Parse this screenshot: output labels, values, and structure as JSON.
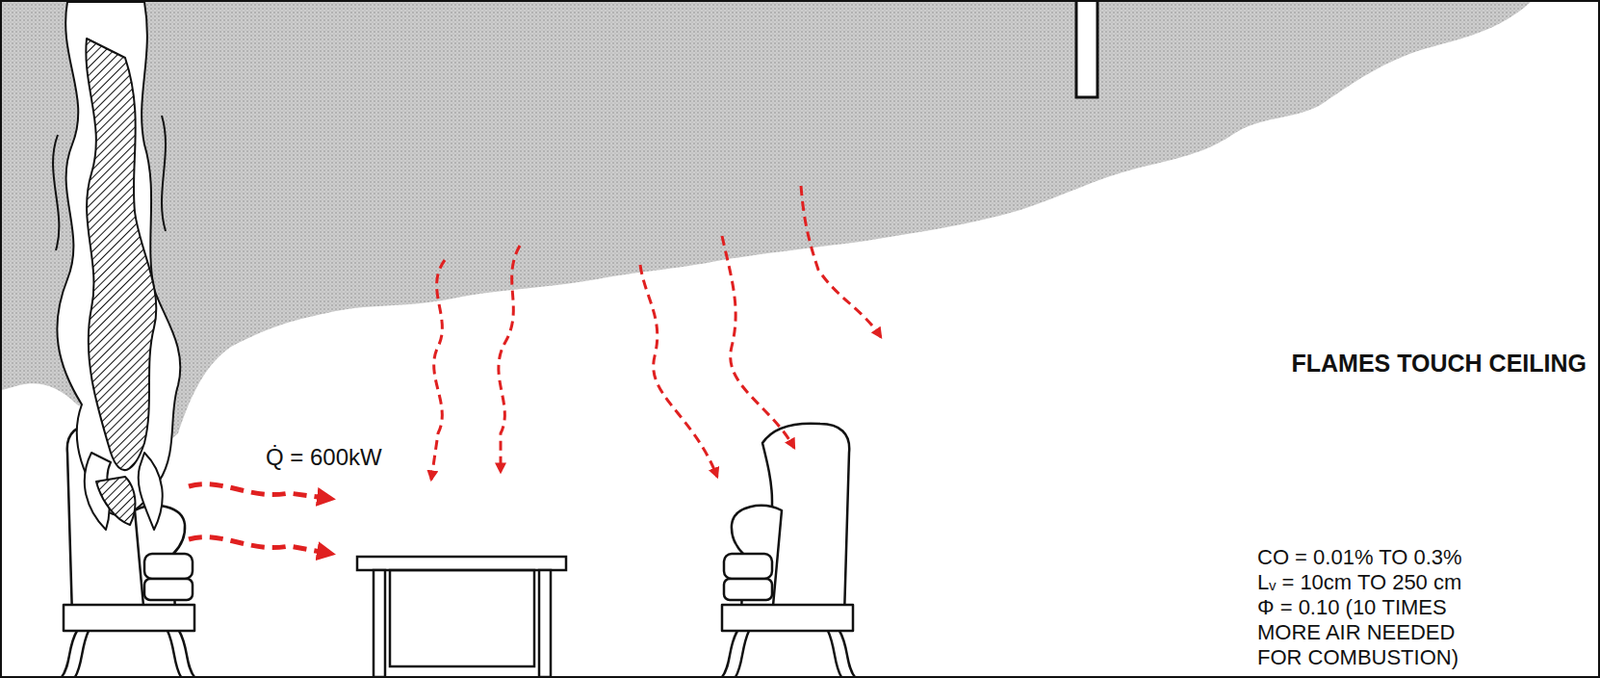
{
  "diagram": {
    "labels": [
      "Q̇ = 600kW",
      "FLAMES TOUCH CEILING",
      "CO = 0.01% TO 0.3%",
      "Lᵥ = 10cm TO 250 cm",
      "Φ = 0.10 (10 TIMES MORE AIR NEEDED FOR COMBUSTION)"
    ]
  }
}
